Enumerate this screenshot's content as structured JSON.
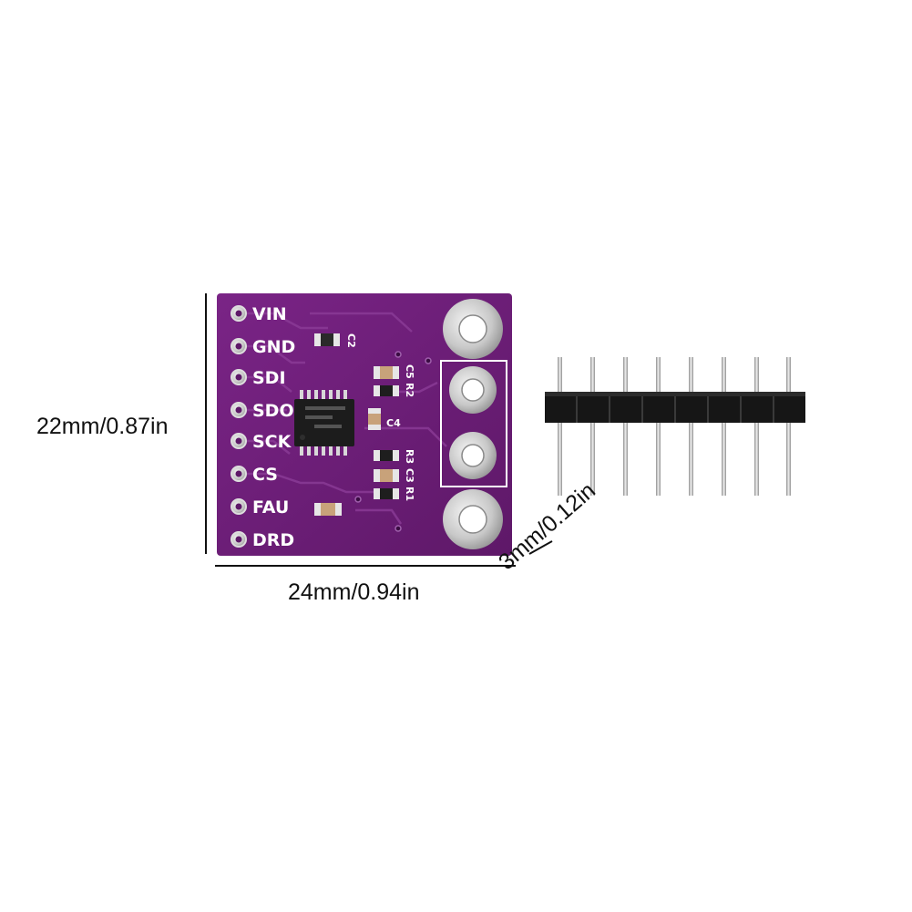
{
  "dimensions": {
    "height_label": "22mm/0.87in",
    "width_label": "24mm/0.94in",
    "pin_label": "3mm/0.12in"
  },
  "board": {
    "color": "#6e1e78",
    "silkscreen_color": "#ffffff",
    "pins": [
      "VIN",
      "GND",
      "SDI",
      "SDO",
      "SCK",
      "CS",
      "FAU",
      "DRD"
    ],
    "components": [
      "C2",
      "C5",
      "R2",
      "C4",
      "R3",
      "C3",
      "R1"
    ]
  },
  "header": {
    "pin_count": 8
  }
}
